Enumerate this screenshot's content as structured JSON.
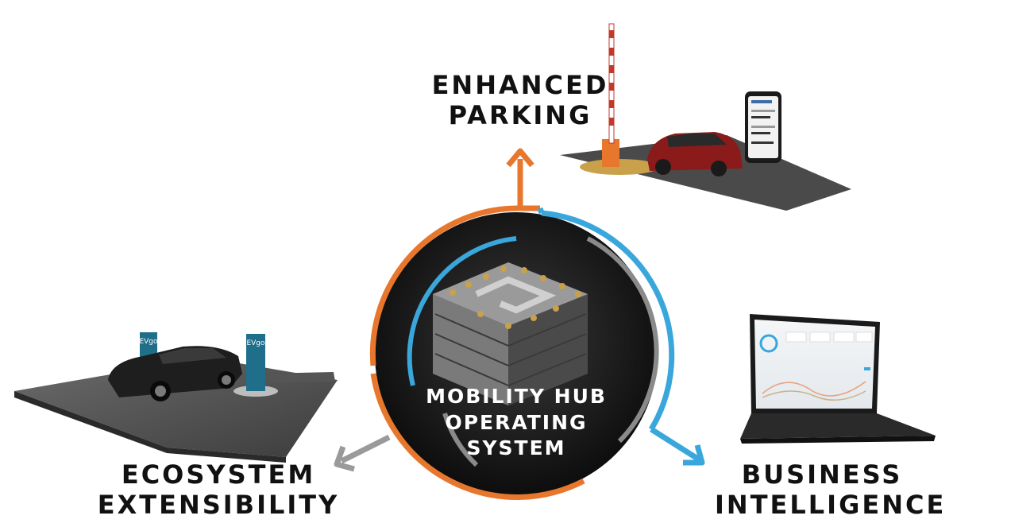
{
  "diagram": {
    "center_label_lines": [
      "MOBILITY HUB",
      "OPERATING",
      "SYSTEM"
    ],
    "top_label_lines": [
      "ENHANCED",
      "PARKING"
    ],
    "left_label_lines": [
      "ECOSYSTEM",
      "EXTENSIBILITY"
    ],
    "right_label_lines": [
      "BUSINESS",
      "INTELLIGENCE"
    ],
    "bollard_brand": "EVgo",
    "bollard_brand_2": "EVgo"
  },
  "colors": {
    "orange": "#e8772e",
    "blue": "#3aa7dc",
    "gray": "#9a9a9a",
    "dark": "#161616"
  }
}
